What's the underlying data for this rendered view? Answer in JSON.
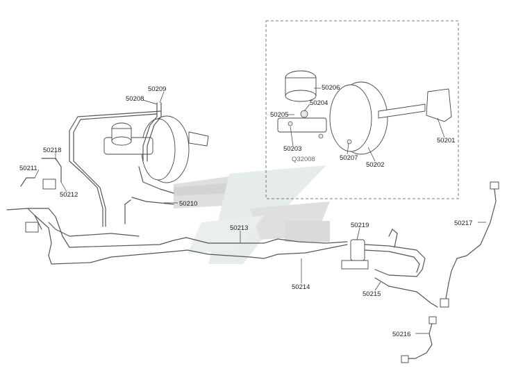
{
  "callouts": {
    "p50201": "50201",
    "p50202": "50202",
    "p50203": "50203",
    "p50204": "50204",
    "p50205": "50205",
    "p50206": "50206",
    "p50207": "50207",
    "p50208": "50208",
    "p50209": "50209",
    "p50210": "50210",
    "p50211": "50211",
    "p50212": "50212",
    "p50213": "50213",
    "p50214": "50214",
    "p50215": "50215",
    "p50216": "50216",
    "p50217": "50217",
    "p50218": "50218",
    "p50219": "50219",
    "q32008": "Q32008"
  },
  "colors": {
    "line": "#555555",
    "watermark_dark": "#d2d2d2",
    "watermark_light": "#e4ebea",
    "text": "#1a1a1a",
    "secondary_text": "#666666"
  }
}
